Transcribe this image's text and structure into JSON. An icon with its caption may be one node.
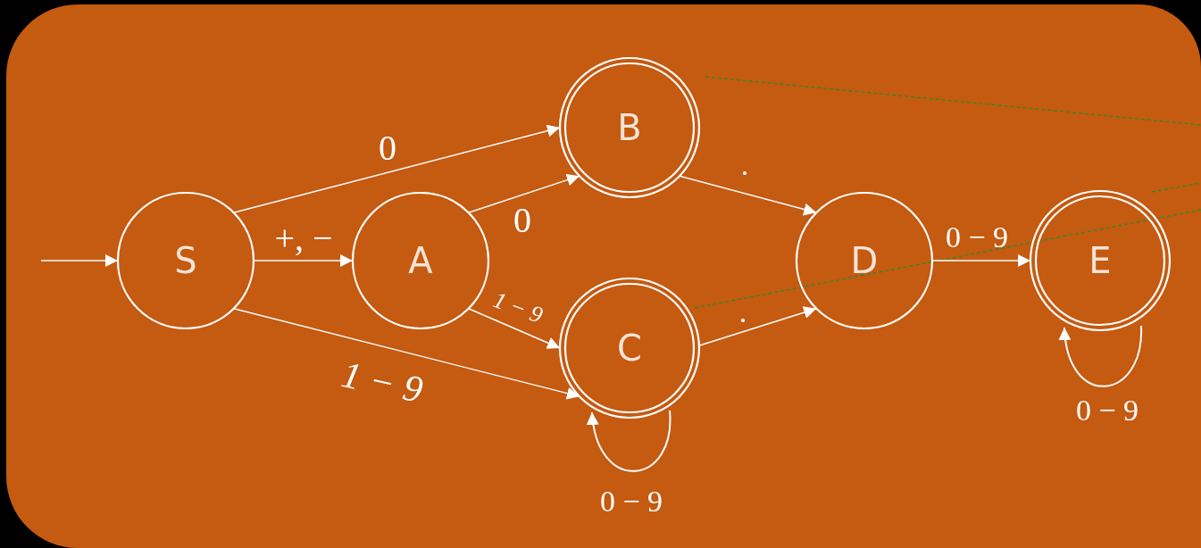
{
  "diagram": {
    "nodes": [
      {
        "text": [
          "S"
        ]
      },
      {
        "text": [
          "A"
        ]
      },
      {
        "text": [
          "B"
        ]
      },
      {
        "text": [
          "C"
        ]
      },
      {
        "text": [
          "D"
        ]
      },
      {
        "text": [
          "E"
        ]
      }
    ],
    "edges": [
      {
        "from": null,
        "to": 0,
        "arrow": "to"
      },
      {
        "from": 0,
        "to": 1,
        "arrow": "to",
        "label": "+, −"
      },
      {
        "from": 0,
        "to": 2,
        "arrow": "to",
        "label": "0"
      },
      {
        "from": 0,
        "to": 3,
        "arrow": "to",
        "label": "1 − 9"
      },
      {
        "from": 1,
        "to": 2,
        "arrow": "to",
        "label": "0"
      },
      {
        "from": 1,
        "to": 3,
        "arrow": "to",
        "label": "1 − 9"
      },
      {
        "from": 2,
        "to": 4,
        "arrow": "to",
        "label": "."
      },
      {
        "from": 3,
        "to": 4,
        "arrow": "to",
        "label": "."
      },
      {
        "from": 4,
        "to": 5,
        "arrow": "to",
        "label": "0 − 9"
      },
      {
        "from": 3,
        "to": 3,
        "arrow": "to",
        "label": "0 − 9"
      },
      {
        "from": 5,
        "to": 5,
        "arrow": "to",
        "label": "0 − 9"
      }
    ]
  }
}
